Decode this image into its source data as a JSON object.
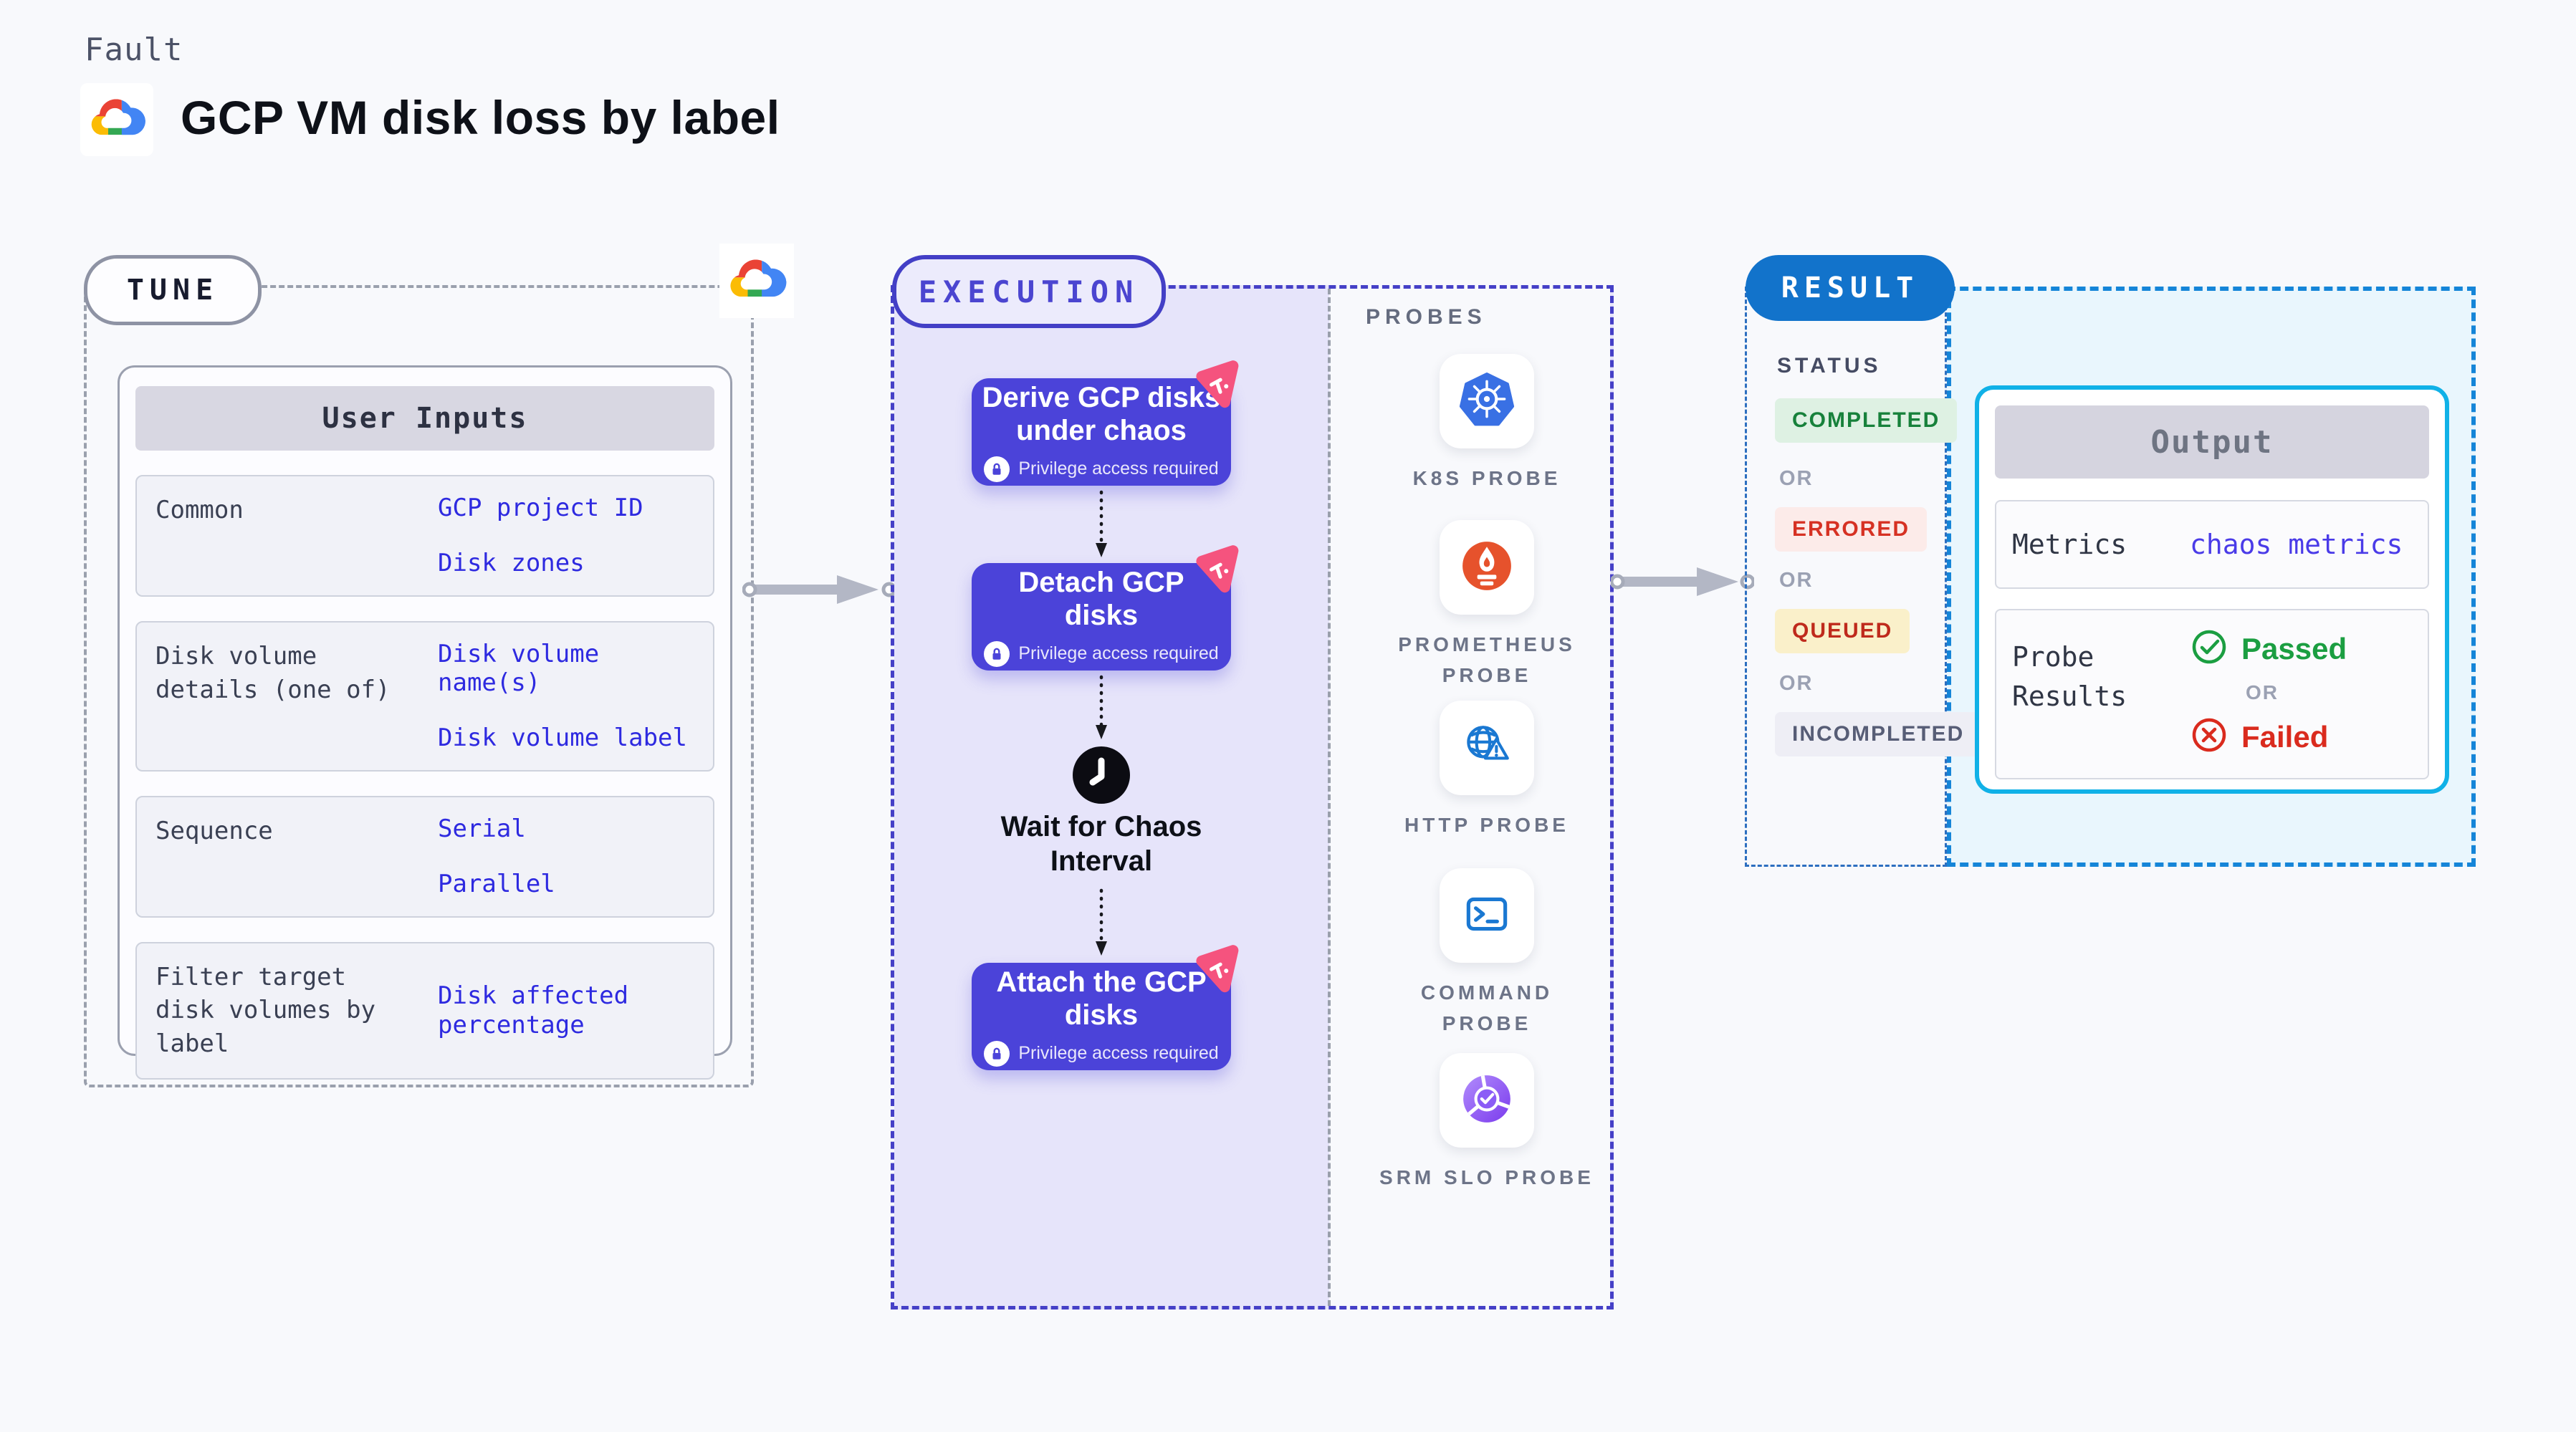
{
  "page": {
    "kicker": "Fault",
    "title": "GCP VM disk loss by label"
  },
  "tune": {
    "pill": "TUNE",
    "table": {
      "header": "User Inputs",
      "rows": [
        {
          "label": "Common",
          "values": [
            "GCP project ID",
            "Disk zones"
          ]
        },
        {
          "label": "Disk volume details (one of)",
          "values": [
            "Disk volume name(s)",
            "Disk volume label"
          ]
        },
        {
          "label": "Sequence",
          "values": [
            "Serial",
            "Parallel"
          ]
        },
        {
          "label": "Filter target disk volumes by label",
          "values": [
            "Disk affected percentage"
          ]
        }
      ]
    }
  },
  "execution": {
    "pill": "EXECUTION",
    "privilege_note": "Privilege access required",
    "steps": [
      {
        "title": "Derive GCP disks under chaos",
        "privilege": true
      },
      {
        "title": "Detach GCP disks",
        "privilege": true
      },
      {
        "title": "Wait for Chaos Interval",
        "type": "wait"
      },
      {
        "title": "Attach the GCP disks",
        "privilege": true
      }
    ]
  },
  "probes": {
    "heading": "PROBES",
    "items": [
      {
        "label": "K8S PROBE",
        "icon": "kubernetes-icon"
      },
      {
        "label": "PROMETHEUS PROBE",
        "icon": "prometheus-icon"
      },
      {
        "label": "HTTP PROBE",
        "icon": "http-globe-icon"
      },
      {
        "label": "COMMAND PROBE",
        "icon": "terminal-icon"
      },
      {
        "label": "SRM SLO PROBE",
        "icon": "slo-pie-icon"
      }
    ]
  },
  "result": {
    "pill": "RESULT",
    "status": {
      "heading": "STATUS",
      "or_label": "OR",
      "badges": [
        {
          "label": "COMPLETED",
          "type": "completed"
        },
        {
          "label": "ERRORED",
          "type": "errored"
        },
        {
          "label": "QUEUED",
          "type": "queued"
        },
        {
          "label": "INCOMPLETED",
          "type": "incompleted"
        }
      ]
    },
    "output": {
      "header": "Output",
      "metrics_label": "Metrics",
      "metrics_value": "chaos metrics",
      "probe_results_label": "Probe Results",
      "passed": "Passed",
      "or_label": "OR",
      "failed": "Failed"
    }
  },
  "colors": {
    "page_background": "#f8f9fc",
    "accent_purple": "#4b43d9",
    "execution_fill": "#e6e4fa",
    "execution_border": "#4540c7",
    "result_blue": "#1273cb",
    "output_cyan": "#10b1e7",
    "output_zone_fill": "#e9f6fd",
    "link_indigo": "#2e2ae0",
    "success_green": "#1b9e41",
    "error_red": "#da2b1e",
    "queued_text": "#bf2a1c",
    "pink_badge": "#f5537e",
    "kubernetes_blue": "#3970e4",
    "prometheus_orange": "#e6522c",
    "probe_icon_blue": "#1a78d2",
    "srm_purple": "#7c3aed"
  }
}
